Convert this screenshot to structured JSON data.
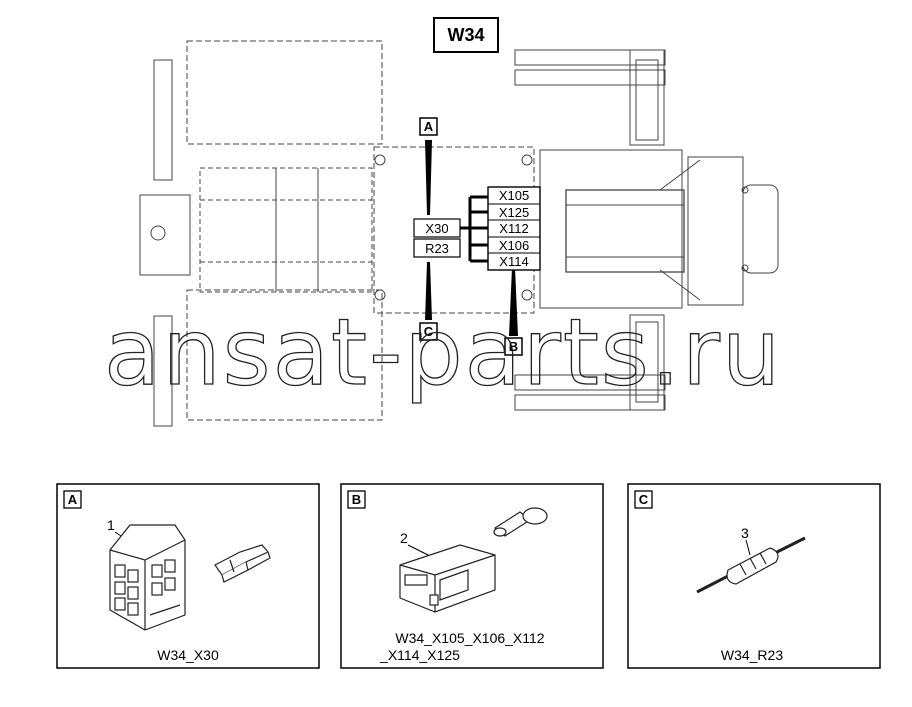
{
  "title": "W34",
  "callouts": {
    "a": "A",
    "b": "B",
    "c": "C"
  },
  "connectors_left": [
    "X30",
    "R23"
  ],
  "connectors_right": [
    "X105",
    "X125",
    "X112",
    "X106",
    "X114"
  ],
  "watermark": "ansat-parts.ru",
  "panels": {
    "a": {
      "letter": "A",
      "item": "1",
      "caption": "W34_X30"
    },
    "b": {
      "letter": "B",
      "item": "2",
      "caption_line1": "W34_X105_X106_X112",
      "caption_line2": "_X114_X125"
    },
    "c": {
      "letter": "C",
      "item": "3",
      "caption": "W34_R23"
    }
  }
}
